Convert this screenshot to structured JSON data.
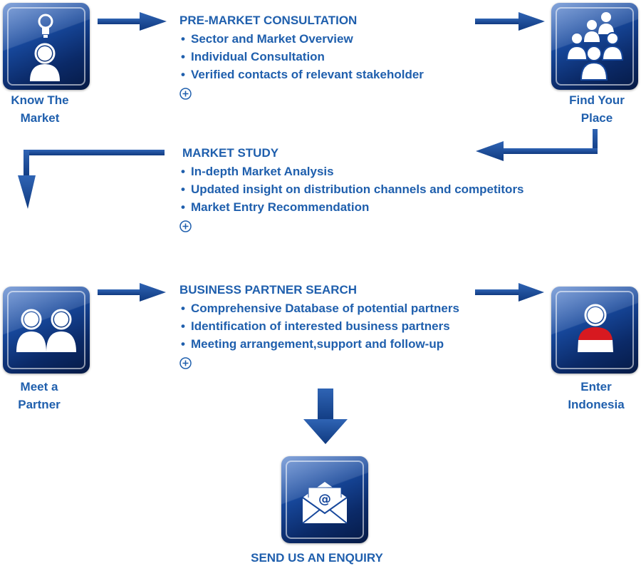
{
  "tiles": {
    "know": {
      "label_1": "Know The",
      "label_2": "Market"
    },
    "find": {
      "label_1": "Find Your",
      "label_2": "Place"
    },
    "meet": {
      "label_1": "Meet a",
      "label_2": "Partner"
    },
    "enter": {
      "label_1": "Enter",
      "label_2": "Indonesia"
    }
  },
  "sections": {
    "premarket": {
      "title": "PRE-MARKET CONSULTATION",
      "items": [
        "Sector and Market Overview",
        "Individual Consultation",
        "Verified contacts of relevant stakeholder"
      ]
    },
    "study": {
      "title": "MARKET STUDY",
      "items": [
        "In-depth Market Analysis",
        "Updated insight on distribution channels and competitors",
        "Market Entry Recommendation"
      ]
    },
    "partner": {
      "title": "BUSINESS PARTNER SEARCH",
      "items": [
        "Comprehensive Database of potential partners",
        "Identification of interested business partners",
        "Meeting arrangement,support and follow-up"
      ]
    }
  },
  "enquiry": {
    "label": "SEND US AN ENQUIRY"
  },
  "icons": {
    "know": "person-lightbulb-icon",
    "find": "group-people-icon",
    "meet": "two-people-icon",
    "enter": "person-indonesia-flag-icon",
    "enquiry": "email-envelope-icon",
    "expand": "plus-circle-icon"
  },
  "colors": {
    "text": "#1f5fad",
    "tile": "#17489c",
    "arrow": "#1f4f9a",
    "flag_red": "#d71920"
  }
}
